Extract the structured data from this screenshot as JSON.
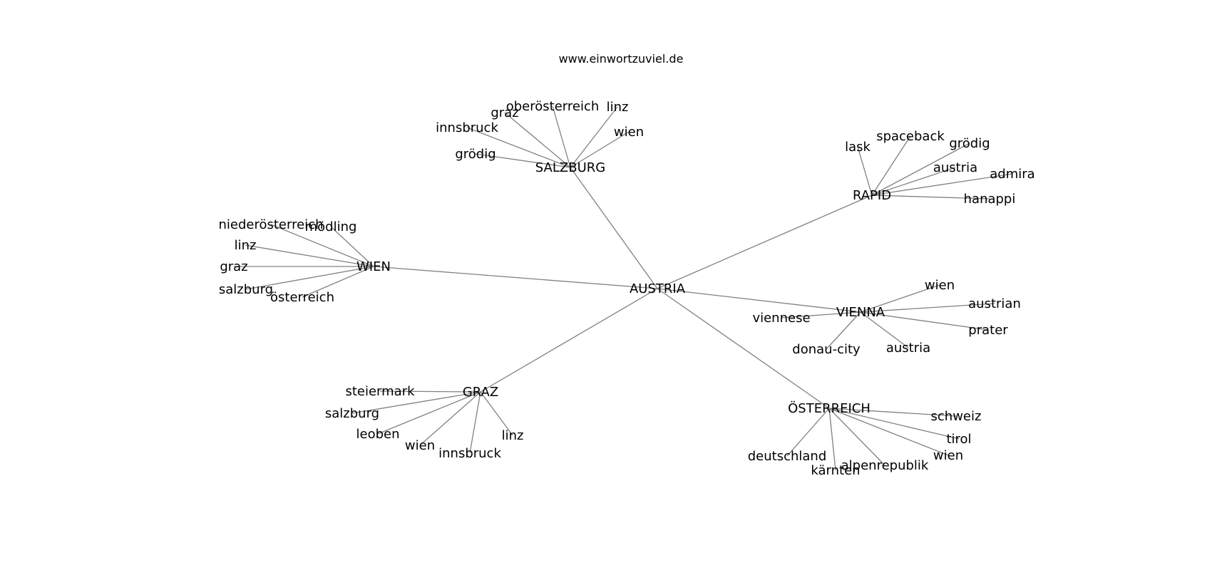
{
  "source": "www.einwortzuviel.de",
  "graph": {
    "center": "AUSTRIA",
    "clusters": [
      {
        "hub": "SALZBURG",
        "words": [
          "grödig",
          "innsbruck",
          "graz",
          "oberösterreich",
          "linz",
          "wien"
        ]
      },
      {
        "hub": "RAPID",
        "words": [
          "lask",
          "spaceback",
          "grödig",
          "austria",
          "admira",
          "hanappi"
        ]
      },
      {
        "hub": "WIEN",
        "words": [
          "niederösterreich",
          "mödling",
          "linz",
          "graz",
          "salzburg",
          "österreich"
        ]
      },
      {
        "hub": "VIENNA",
        "words": [
          "wien",
          "austrian",
          "prater",
          "austria",
          "donau-city",
          "viennese"
        ]
      },
      {
        "hub": "GRAZ",
        "words": [
          "steiermark",
          "salzburg",
          "leoben",
          "wien",
          "innsbruck",
          "linz"
        ]
      },
      {
        "hub": "ÖSTERREICH",
        "words": [
          "schweiz",
          "tirol",
          "wien",
          "alpenrepublik",
          "kärnten",
          "deutschland"
        ]
      }
    ]
  }
}
